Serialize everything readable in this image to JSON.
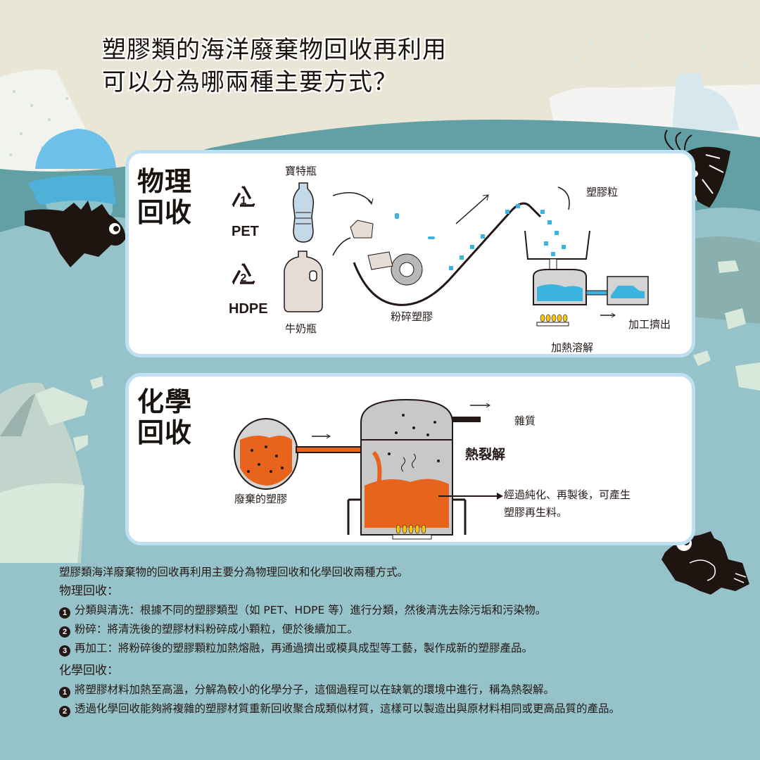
{
  "title": {
    "line1": "塑膠類的海洋廢棄物回收再利用",
    "line2": "可以分為哪兩種主要方式？"
  },
  "physical_panel": {
    "heading_line1": "物理",
    "heading_line2": "回收",
    "codes": [
      {
        "number": "1",
        "name": "PET",
        "item_label": "寶特瓶"
      },
      {
        "number": "2",
        "name": "HDPE",
        "item_label": "牛奶瓶"
      }
    ],
    "steps": {
      "shred": "粉碎塑膠",
      "pellets": "塑膠粒",
      "melt": "加熱溶解",
      "extrude": "加工擠出"
    }
  },
  "chemical_panel": {
    "heading_line1": "化學",
    "heading_line2": "回收",
    "waste_label": "廢棄的塑膠",
    "impurities_label": "雜質",
    "pyrolysis_label": "熱裂解",
    "output_line1": "經過純化、再製後，可產生",
    "output_line2": "塑膠再生料。"
  },
  "body": {
    "intro": "塑膠類海洋廢棄物的回收再利用主要分為物理回收和化學回收兩種方式。",
    "physical_heading": "物理回收：",
    "physical_items": [
      {
        "num": "1",
        "text": "分類與清洗：根據不同的塑膠類型（如 PET、HDPE 等）進行分類，然後清洗去除污垢和污染物。"
      },
      {
        "num": "2",
        "text": "粉碎：將清洗後的塑膠材料粉碎成小顆粒，便於後續加工。"
      },
      {
        "num": "3",
        "text": "再加工：將粉碎後的塑膠顆粒加熱熔融，再通過擠出或模具成型等工藝，製作成新的塑膠產品。"
      }
    ],
    "chemical_heading": "化學回收：",
    "chemical_items": [
      {
        "num": "1",
        "text": "將塑膠材料加熱至高溫，分解為較小的化學分子，這個過程可以在缺氧的環境中進行，稱為熱裂解。"
      },
      {
        "num": "2",
        "text": "透過化學回收能夠將複雜的塑膠材質重新回收聚合成類似材質，這樣可以製造出與原材料相同或更高品質的產品。"
      }
    ]
  },
  "colors": {
    "sky": "#e9e6d6",
    "sea_dark": "#62a0a6",
    "sea_light": "#96c3c9",
    "panel_border": "#bfe0f2",
    "plastic_blue": "#3cb4e0",
    "orange_melt": "#e8631c",
    "flame": "#f5c518",
    "ink": "#231815"
  }
}
